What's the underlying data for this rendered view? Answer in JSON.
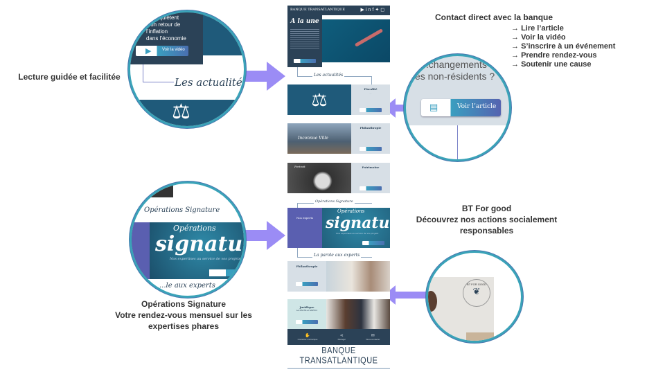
{
  "labels": {
    "guided": "Lecture guidée et facilitée",
    "signature": [
      "Opérations Signature",
      "Votre rendez-vous mensuel sur les",
      "expertises phares"
    ],
    "forgood": [
      "BT For good",
      "Découvrez nos actions socialement",
      "responsables"
    ],
    "contact_title": "Contact direct avec la banque",
    "contact_items": [
      "Lire l’article",
      "Voir la vidéo",
      "S’inscrire à un événement",
      "Prendre rendez-vous",
      "Soutenir une cause"
    ],
    "arrow_glyph": "→"
  },
  "phone": {
    "brand": "BANQUE TRANSATLANTIQUE",
    "social_icons": [
      "youtube-icon",
      "linkedin-icon",
      "facebook-icon",
      "twitter-icon",
      "instagram-icon"
    ],
    "hero_title": "A la une",
    "sections": [
      "Les actualités",
      "Opérations Signature",
      "La parole aux experts"
    ],
    "cards": [
      {
        "title": "Fiscalité"
      },
      {
        "title": "Philanthropie",
        "image_text": "Inconnue Ville"
      },
      {
        "title": "Patrimoine",
        "image_text": "Portrait"
      }
    ],
    "signature_small": "Opérations",
    "signature_big": "signature",
    "signature_sub": "Nos expertises au service de vos projets",
    "signature_side": "Nos experts",
    "expert_cards": [
      {
        "title": "Philanthropie"
      },
      {
        "title": "Juridique",
        "sub": "Loi PACTE et SAPIN 2"
      }
    ],
    "nav": [
      "Contacter ma banque",
      "Partager",
      "Nous contacter"
    ],
    "logo": "BANQUE TRANSATLANTIQUE"
  },
  "zoom_circles": {
    "video_text": [
      "...s’inquiètent",
      "d’un retour de l’inflation",
      "dans l’économie"
    ],
    "video_button": "Voir la vidéo",
    "actualites": "Les actualités",
    "article_text": [
      "...changements",
      "les non-résidents ?"
    ],
    "article_button": "Voir l’article",
    "signature_section": "Opérations Signature",
    "signature_small": "Opérations",
    "signature_big": "signature",
    "signature_sub": "Nos expertises au service de vos projets",
    "experts": "...le aux experts",
    "forgood_badge": "BT FOR GOOD"
  },
  "colors": {
    "arrow": "#9b8cf5",
    "ring": "#3aa3b8",
    "navy": "#2b4257",
    "teal": "#1f5a7a",
    "purple": "#5a5fb0"
  }
}
